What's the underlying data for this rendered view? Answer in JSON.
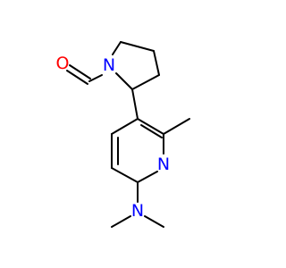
{
  "molecule": {
    "atoms": {
      "O": "O",
      "N_pyrrolidine": "N",
      "N_pyridine": "N",
      "N_amine": "N"
    },
    "colors": {
      "bond": "#000000",
      "oxygen": "#ff0000",
      "nitrogen": "#0000ff",
      "background": "#ffffff"
    }
  }
}
